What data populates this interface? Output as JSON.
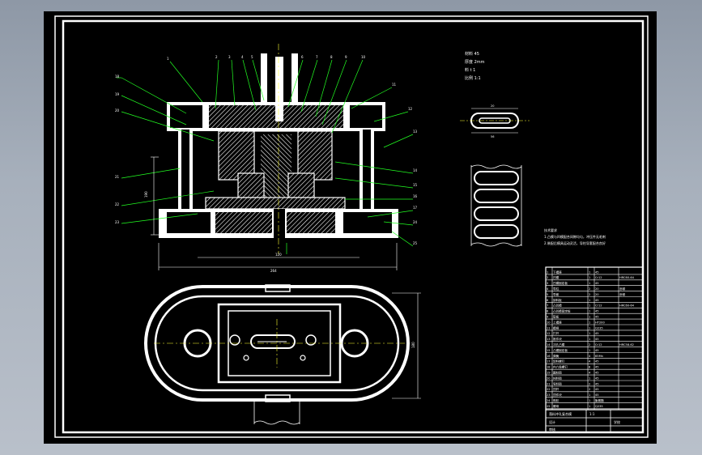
{
  "drawing": {
    "notes": [
      "材料 45",
      "厚度 2mm",
      "料 t 1",
      "比例 1:1"
    ],
    "dims": {
      "blank_width": "20",
      "blank_length": "56",
      "overall_height": "190",
      "base_width": "264",
      "center_gap": "120",
      "plan_depth": "180"
    },
    "tech_req_title": "技术要求",
    "tech_req_lines": [
      "1.凸模与凹模配合间隙均匀，冲压件无毛刺",
      "2.装配后模具运动灵活，导柱导套配合良好"
    ],
    "bom_rows": [
      [
        "1",
        "下模座",
        "1",
        "45",
        ""
      ],
      [
        "2",
        "凹模",
        "1",
        "Cr12",
        "HRC60-64"
      ],
      [
        "3",
        "凹模固定板",
        "1",
        "45",
        ""
      ],
      [
        "4",
        "导柱",
        "2",
        "20",
        "渗碳"
      ],
      [
        "5",
        "导套",
        "2",
        "20",
        "渗碳"
      ],
      [
        "6",
        "卸料板",
        "1",
        "45",
        ""
      ],
      [
        "7",
        "凸凹模",
        "1",
        "Cr12",
        "HRC60-64"
      ],
      [
        "8",
        "凸凹模固定板",
        "1",
        "45",
        ""
      ],
      [
        "9",
        "垫板",
        "1",
        "45",
        ""
      ],
      [
        "10",
        "上模座",
        "1",
        "HT200",
        ""
      ],
      [
        "11",
        "模柄",
        "1",
        "Q235",
        ""
      ],
      [
        "12",
        "打杆",
        "1",
        "45",
        ""
      ],
      [
        "13",
        "推件块",
        "1",
        "45",
        ""
      ],
      [
        "14",
        "冲孔凸模",
        "2",
        "Cr12",
        "HRC58-62"
      ],
      [
        "15",
        "凸模固定板",
        "1",
        "45",
        ""
      ],
      [
        "16",
        "弹簧",
        "4",
        "65Mn",
        ""
      ],
      [
        "17",
        "卸料螺钉",
        "4",
        "45",
        ""
      ],
      [
        "18",
        "内六角螺钉",
        "8",
        "45",
        ""
      ],
      [
        "19",
        "圆柱销",
        "4",
        "45",
        ""
      ],
      [
        "20",
        "挡料销",
        "1",
        "45",
        ""
      ],
      [
        "21",
        "导料销",
        "2",
        "45",
        ""
      ],
      [
        "22",
        "顶杆",
        "2",
        "45",
        ""
      ],
      [
        "23",
        "顶件块",
        "1",
        "45",
        ""
      ],
      [
        "24",
        "橡胶",
        "1",
        "聚氨酯",
        ""
      ],
      [
        "25",
        "螺母",
        "1",
        "Q235",
        ""
      ]
    ],
    "title_block": {
      "name": "落料冲孔复合模",
      "scale": "1:1",
      "designer": "设计",
      "checker": "审核",
      "school": "学校"
    }
  }
}
